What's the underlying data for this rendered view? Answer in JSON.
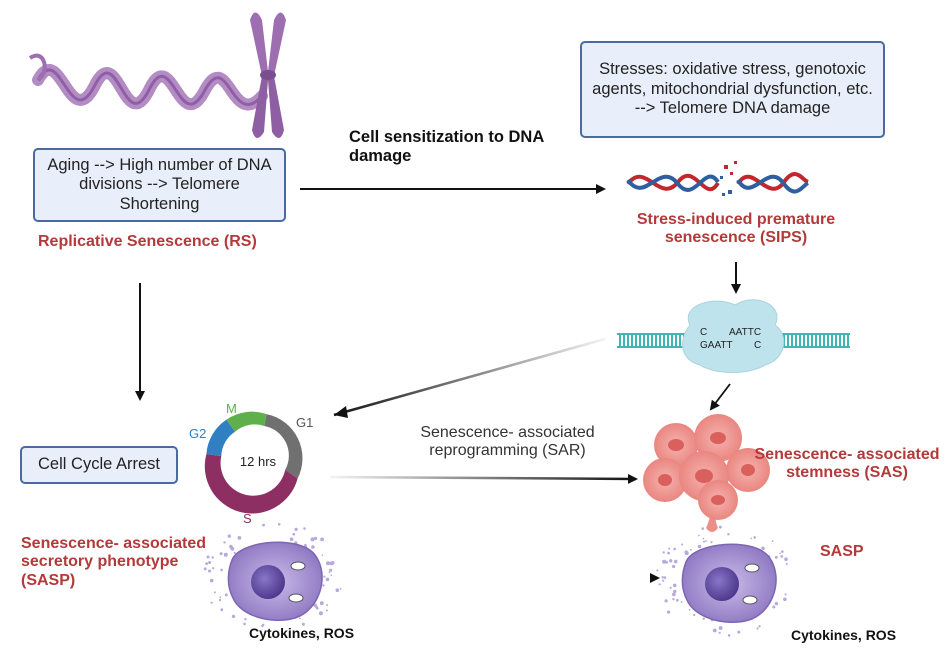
{
  "boxes": {
    "aging": "Aging --> High number of DNA divisions --> Telomere Shortening",
    "stresses": "Stresses: oxidative stress, genotoxic agents, mitochondrial dysfunction, etc. --> Telomere DNA damage",
    "arrest": "Cell Cycle Arrest"
  },
  "labels": {
    "rs": "Replicative Senescence (RS)",
    "sensitization": "Cell sensitization to DNA damage",
    "sips": "Stress-induced premature senescence (SIPS)",
    "sar": "Senescence- associated reprogramming (SAR)",
    "sas": "Senescence- associated stemness (SAS)",
    "sasp_left": "Senescence- associated secretory phenotype (SASP)",
    "sasp_right": "SASP",
    "cytokines_left": "Cytokines, ROS",
    "cytokines_right": "Cytokines, ROS"
  },
  "cell_cycle": {
    "center": "12 hrs",
    "phases": [
      "G1",
      "S",
      "G2",
      "M"
    ]
  },
  "dna_motif": {
    "top_c": "C",
    "top_seq": "AATTC",
    "bottom_seq": "GAATT",
    "bottom_c": "C"
  },
  "colors": {
    "chromosome": "#9d6eb0",
    "box_fill": "#e9effa",
    "box_border": "#4a6aa1",
    "label_red": "#b33a3a",
    "g1": "#707070",
    "s": "#8e2f63",
    "g2": "#2f7fc2",
    "m": "#5fb04a",
    "dna_red": "#c0282d",
    "dna_blue": "#2e5fa0",
    "ladder": "#3fb6b4",
    "enzyme": "#bfe3ec",
    "stem": "#ee9a95",
    "cell": "#a995d3",
    "nucleus": "#6b56a9"
  }
}
